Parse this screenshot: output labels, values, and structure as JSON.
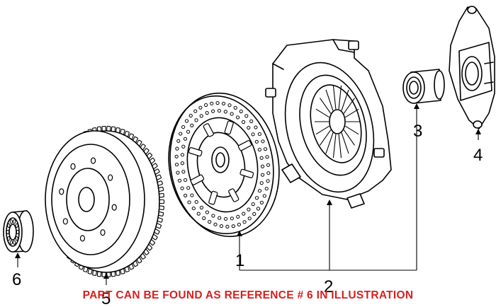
{
  "diagram": {
    "callouts": [
      {
        "id": "1",
        "label": "1"
      },
      {
        "id": "2",
        "label": "2"
      },
      {
        "id": "3",
        "label": "3"
      },
      {
        "id": "4",
        "label": "4"
      },
      {
        "id": "5",
        "label": "5"
      },
      {
        "id": "6",
        "label": "6"
      }
    ],
    "note": "PART CAN BE FOUND AS REFERENCE # 6 IN ILLUSTRATION",
    "note_color": "#d62020"
  }
}
